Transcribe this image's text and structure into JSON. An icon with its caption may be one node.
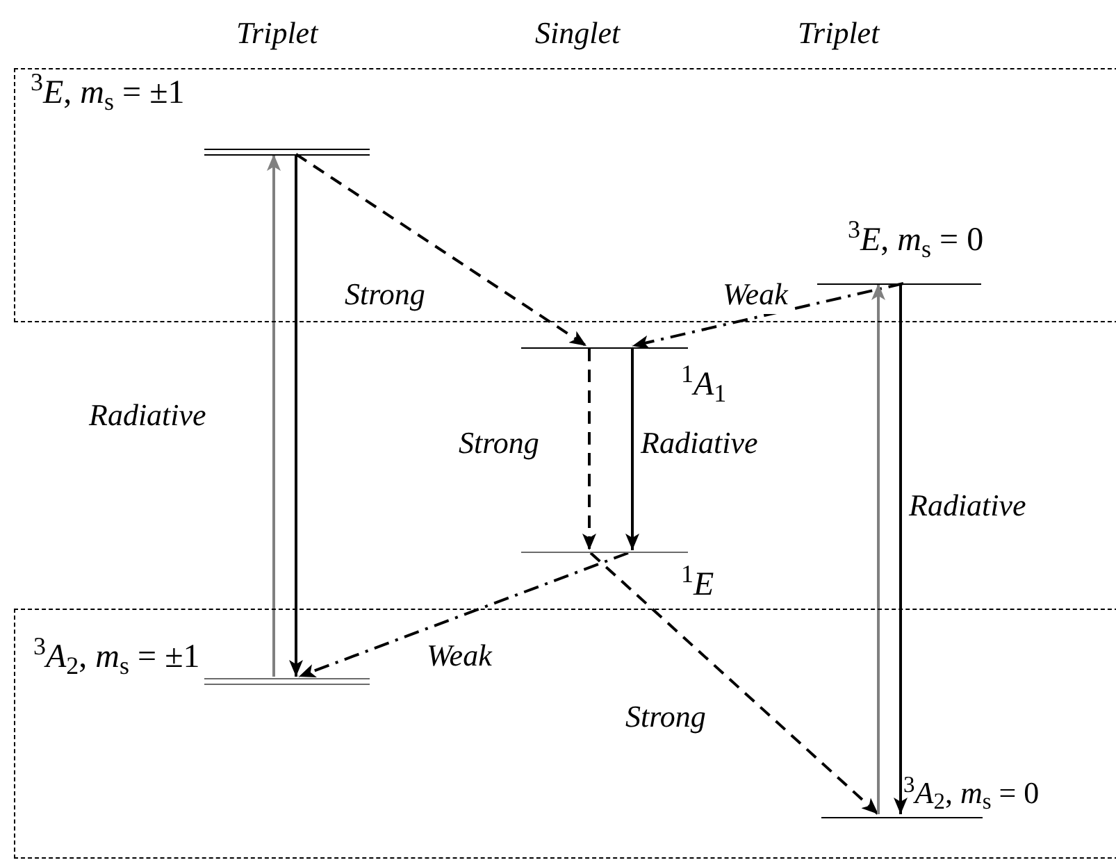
{
  "diagram": {
    "nodes": [
      {
        "text": [],
        "shape": "box"
      },
      {
        "text": [],
        "shape": "box"
      },
      {
        "text": [],
        "shape": "bar",
        "in": 0,
        "beside": [
          "$^{3}$*E*, *m*$_{s}$ = ±1"
        ]
      },
      {
        "text": [],
        "shape": "bar",
        "in": 0,
        "beside": [
          "$^{3}$*E*, *m*$_{s}$ = 0"
        ]
      },
      {
        "text": [],
        "shape": "bar",
        "beside": [
          "$^{1}$*A*$_{1}$"
        ]
      },
      {
        "text": [],
        "shape": "bar",
        "beside": [
          "$^{1}$*E*"
        ]
      },
      {
        "text": [],
        "shape": "bar",
        "in": 1,
        "beside": [
          "$^{3}$*A*$_{2}$, *m*$_{s}$ = ±1"
        ]
      },
      {
        "text": [],
        "shape": "bar",
        "in": 1,
        "beside": [
          "$^{3}$*A*$_{2}$, *m*$_{s}$ = 0"
        ]
      }
    ],
    "edges": [
      {
        "from": 2,
        "to": 4,
        "arrow": "to",
        "style": "dashed",
        "label": "Strong"
      },
      {
        "from": 3,
        "to": 4,
        "arrow": "to",
        "style": "dashed",
        "label": "Weak"
      },
      {
        "from": 4,
        "to": 5,
        "arrow": "to",
        "style": "dashed",
        "label": "Strong"
      },
      {
        "from": 4,
        "to": 5,
        "arrow": "to",
        "label": "Radiative"
      },
      {
        "from": 5,
        "to": 6,
        "arrow": "to",
        "style": "dashed",
        "label": "Weak"
      },
      {
        "from": 5,
        "to": 7,
        "arrow": "to",
        "style": "dashed",
        "label": "Strong"
      },
      {
        "from": 6,
        "to": 2,
        "arrow": "to",
        "color": "#808080",
        "label": "Radiative"
      },
      {
        "from": 2,
        "to": 6,
        "arrow": "to"
      },
      {
        "from": 7,
        "to": 3,
        "arrow": "to",
        "color": "#808080"
      },
      {
        "from": 3,
        "to": 7,
        "arrow": "to",
        "label": "Radiative"
      }
    ],
    "labels": [
      "Triplet",
      "Singlet",
      "Triplet"
    ]
  }
}
